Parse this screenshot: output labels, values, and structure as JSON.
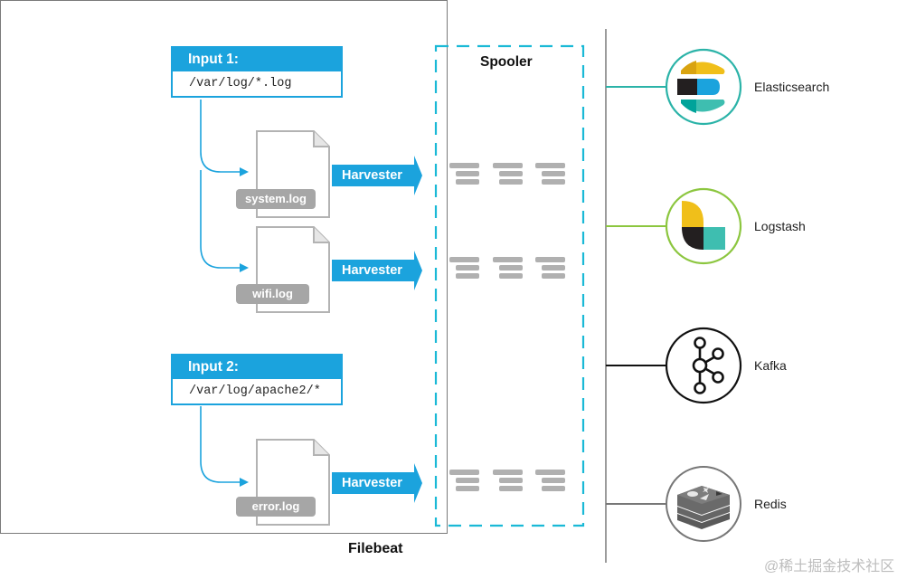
{
  "filebeat": {
    "label": "Filebeat",
    "inputs": [
      {
        "title": "Input 1:",
        "path": "/var/log/*.log",
        "files": [
          {
            "name": "system.log",
            "harvester": "Harvester"
          },
          {
            "name": "wifi.log",
            "harvester": "Harvester"
          }
        ]
      },
      {
        "title": "Input 2:",
        "path": "/var/log/apache2/*",
        "files": [
          {
            "name": "error.log",
            "harvester": "Harvester"
          }
        ]
      }
    ],
    "spooler": {
      "label": "Spooler",
      "queue_rows": 3,
      "queues_per_row": 3
    }
  },
  "outputs": [
    {
      "name": "Elasticsearch",
      "icon": "elasticsearch-logo-icon",
      "line_color": "#2bb3a8"
    },
    {
      "name": "Logstash",
      "icon": "logstash-logo-icon",
      "line_color": "#8cc63f"
    },
    {
      "name": "Kafka",
      "icon": "kafka-logo-icon",
      "line_color": "#111111"
    },
    {
      "name": "Redis",
      "icon": "redis-logo-icon",
      "line_color": "#777777"
    }
  ],
  "colors": {
    "accent_blue": "#1ba3dd",
    "spooler_dash": "#1ab9d6",
    "file_gray": "#a6a6a6"
  },
  "watermark": "@稀土掘金技术社区"
}
